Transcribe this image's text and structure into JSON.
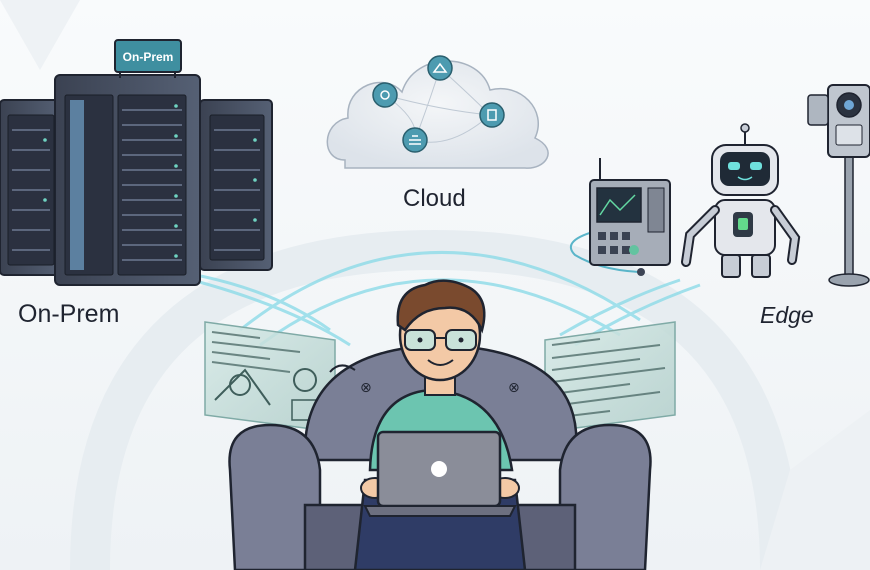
{
  "labels": {
    "on_prem": "On-Prem",
    "cloud": "Cloud",
    "edge": "Edge",
    "rack_sign": "On-Prem"
  },
  "colors": {
    "background": "#f7f9fb",
    "rack": "#4a5568",
    "rack_dark": "#2d3440",
    "sign": "#3f8fa0",
    "cloud": "#e9edf2",
    "cloud_node": "#4d9bb0",
    "glow": "#7fd6e6",
    "sofa": "#7a7f96",
    "sofa_dark": "#5d6178",
    "shirt": "#6cc5b0",
    "jeans": "#2f3c66",
    "hair": "#7a4a2e",
    "skin": "#f3c9a6",
    "laptop": "#8a8d99",
    "robot": "#e4e7ec",
    "screen_panel": "#cfe3e0"
  },
  "icons": [
    "server-rack-icon",
    "cloud-icon",
    "robot-icon",
    "camera-icon",
    "edge-device-icon",
    "laptop-icon"
  ]
}
